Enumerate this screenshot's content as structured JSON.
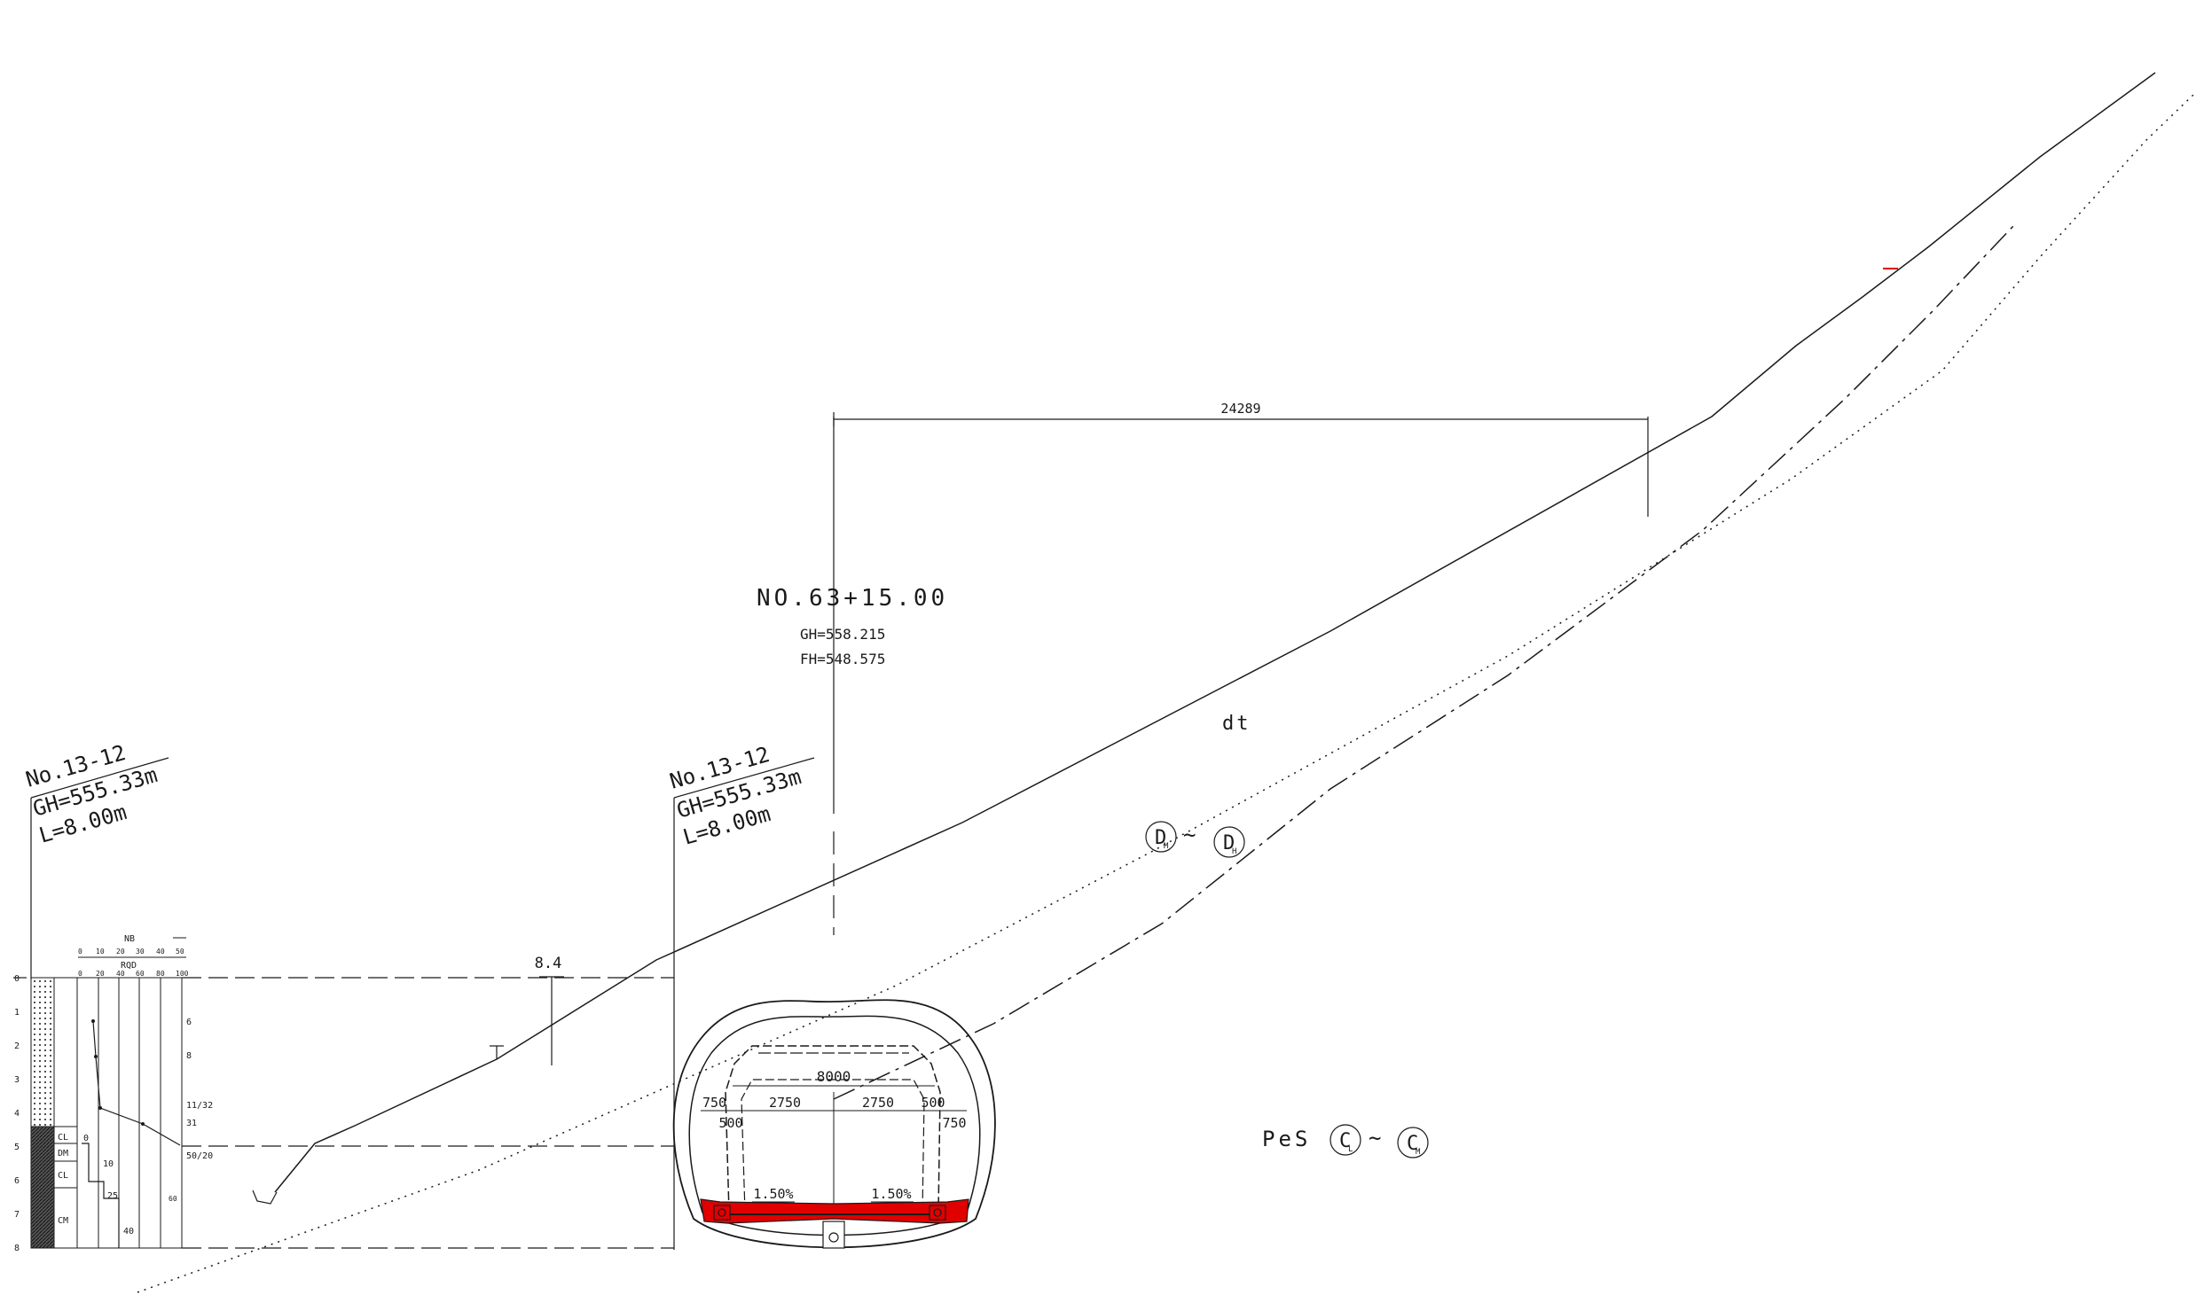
{
  "station": {
    "name": "NO.63+15.00",
    "gh": "GH=558.215",
    "fh": "FH=548.575"
  },
  "boreholes": [
    {
      "no": "No.13-12",
      "gh": "GH=555.33m",
      "l": "L=8.00m"
    },
    {
      "no": "No.13-12",
      "gh": "GH=555.33m",
      "l": "L=8.00m"
    }
  ],
  "dimensions": {
    "overall": "24289",
    "depth": "8.4",
    "width": "8000",
    "left_shoulder": "750",
    "right_shoulder": "750",
    "left_lane": "2750",
    "right_lane": "2750",
    "left_margin": "500",
    "right_margin": "500",
    "left_slope": "1.50%",
    "right_slope": "1.50%"
  },
  "zones": {
    "dt": "dt",
    "upper_from": "D",
    "upper_from_sub": "M",
    "upper_to": "D",
    "upper_to_sub": "H",
    "lower_rock": "PeS",
    "lower_from": "C",
    "lower_from_sub": "L",
    "lower_to": "C",
    "lower_to_sub": "M",
    "tilde": "~"
  },
  "log": {
    "depth_ticks": [
      "0",
      "1",
      "2",
      "3",
      "4",
      "5",
      "6",
      "7",
      "8"
    ],
    "nb_label": "NB",
    "nb_ticks": [
      "0",
      "10",
      "20",
      "30",
      "40",
      "50"
    ],
    "rqd_label": "RQD",
    "rqd_ticks": [
      "0",
      "20",
      "40",
      "60",
      "80",
      "100"
    ],
    "layers": [
      "CL",
      "DM",
      "CL",
      "CM"
    ],
    "rqd_values": [
      "0",
      "10",
      "25",
      "40"
    ],
    "nvalues": [
      "6",
      "8",
      "11/32",
      "31",
      "50/20",
      "60"
    ]
  },
  "colors": {
    "line": "#1a1a1a",
    "invert_fill": "#e00000"
  }
}
